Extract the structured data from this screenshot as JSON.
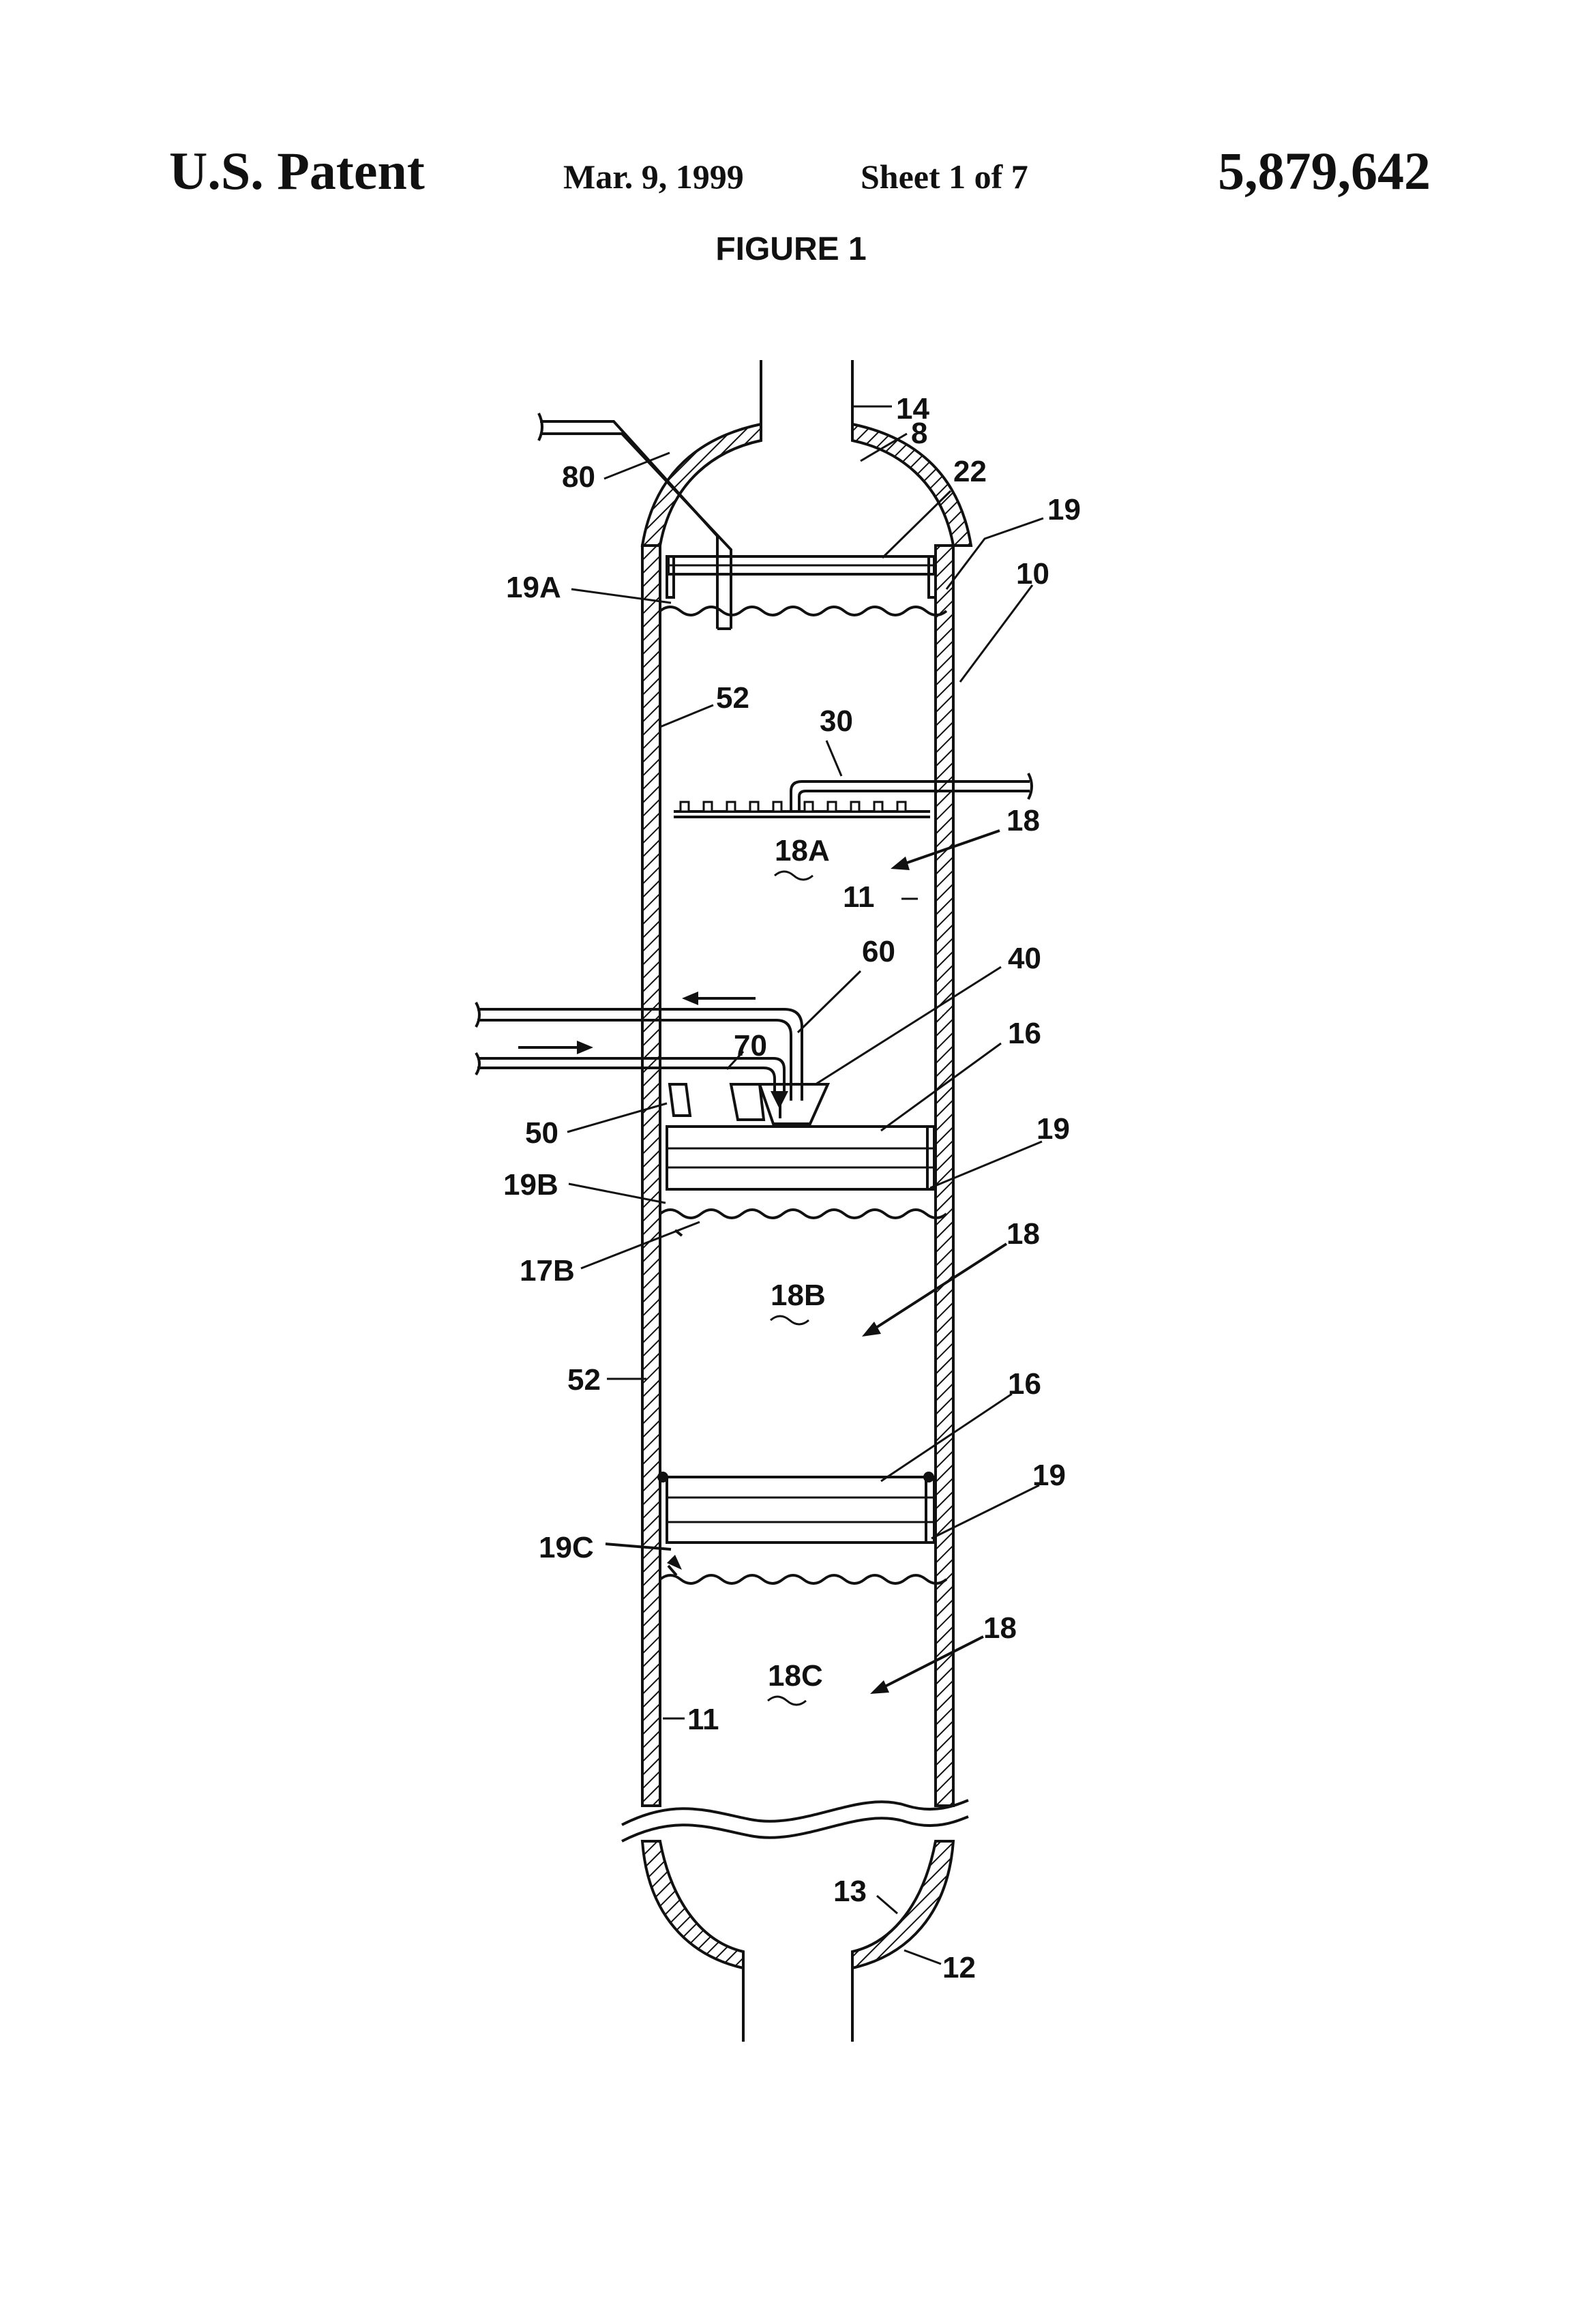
{
  "header": {
    "left": "U.S. Patent",
    "date": "Mar. 9, 1999",
    "sheet": "Sheet 1 of 7",
    "number": "5,879,642"
  },
  "figure": {
    "title": "FIGURE 1",
    "labels": {
      "l14": "14",
      "l8": "8",
      "l22": "22",
      "l19a": "19",
      "l80": "80",
      "l19A": "19A",
      "l10": "10",
      "l52a": "52",
      "l30": "30",
      "l18a": "18",
      "l18A": "18A",
      "l11a": "11",
      "l60": "60",
      "l40": "40",
      "l70": "70",
      "l16a": "16",
      "l50": "50",
      "l19b": "19",
      "l19B": "19B",
      "l17B": "17B",
      "l18b": "18",
      "l18B": "18B",
      "l52b": "52",
      "l16b": "16",
      "l19c": "19",
      "l19C": "19C",
      "l18c": "18",
      "l18C": "18C",
      "l11b": "11",
      "l13": "13",
      "l12": "12"
    }
  }
}
